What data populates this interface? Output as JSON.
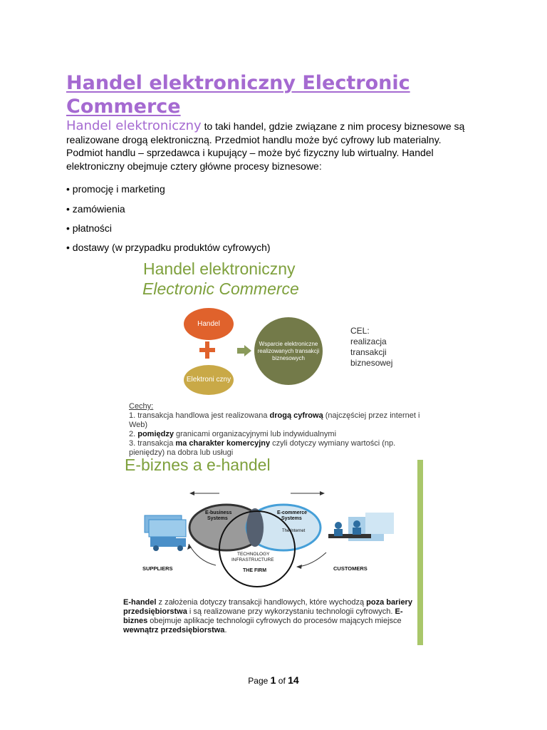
{
  "title": "Handel elektroniczny Electronic Commerce",
  "intro": {
    "lead": "Handel elektroniczny",
    "text": "to taki handel, gdzie związane z nim procesy biznesowe są realizowane drogą elektroniczną. Przedmiot handlu może być cyfrowy lub materialny. Podmiot handlu – sprzedawca i kupujący – może być fizyczny lub wirtualny. Handel elektroniczny obejmuje cztery główne procesy biznesowe:"
  },
  "bullets": [
    "• promocję i marketing",
    "• zamówienia",
    "• płatności",
    "• dostawy (w przypadku produktów cyfrowych)"
  ],
  "figure": {
    "title_line1": "Handel elektroniczny",
    "title_line2": "Electronic Commerce",
    "circle_handel": "Handel",
    "circle_elektroniczny": "Elektroni czny",
    "circle_wsparcie": "Wsparcie elektroniczne realizowanych transakcji biznesowych",
    "cel": [
      "CEL:",
      "realizacja",
      "transakcji",
      "biznesowej"
    ],
    "cechy_head": "Cechy:",
    "cechy": [
      {
        "pre": "1. transakcja handlowa jest realizowana ",
        "bold": "drogą cyfrową",
        "post": " (najczęściej przez internet i Web)"
      },
      {
        "pre": "2. ",
        "bold": "pomiędzy",
        "post": " granicami organizacyjnymi lub indywidualnymi"
      },
      {
        "pre": "3. transakcja ",
        "bold": "ma charakter komercyjny",
        "post": " czyli dotyczy wymiany wartości (np. pieniędzy) na dobra lub usługi"
      }
    ],
    "ebiz_title": "E-biznes a e-handel",
    "venn": {
      "ebusiness": [
        "E-business",
        "Systems"
      ],
      "ecommerce": [
        "E-commerce",
        "Systems"
      ],
      "internet": "The Internet",
      "tech": [
        "TECHNOLOGY",
        "INFRASTRUCTURE"
      ],
      "firm": "THE FIRM",
      "suppliers": "SUPPLIERS",
      "customers": "CUSTOMERS"
    },
    "ehandel": {
      "b1": "E-handel",
      "t1": " z założenia dotyczy transakcji handlowych, które wychodzą ",
      "b2": "poza bariery przedsiębiorstwa",
      "t2": " i są realizowane przy wykorzystaniu technologii cyfrowych. ",
      "b3": "E-biznes",
      "t3": " obejmuje aplikacje technologii cyfrowych do procesów mających miejsce ",
      "b4": "wewnątrz przedsiębiorstwa",
      "t4": "."
    }
  },
  "footer": {
    "page_word": "Page",
    "page_num": "1",
    "of_word": "of",
    "total": "14"
  },
  "colors": {
    "accent": "#a56ad1",
    "green": "#7ea03c",
    "orange": "#e0622c",
    "gold": "#c9a947",
    "olive": "#737a49"
  }
}
